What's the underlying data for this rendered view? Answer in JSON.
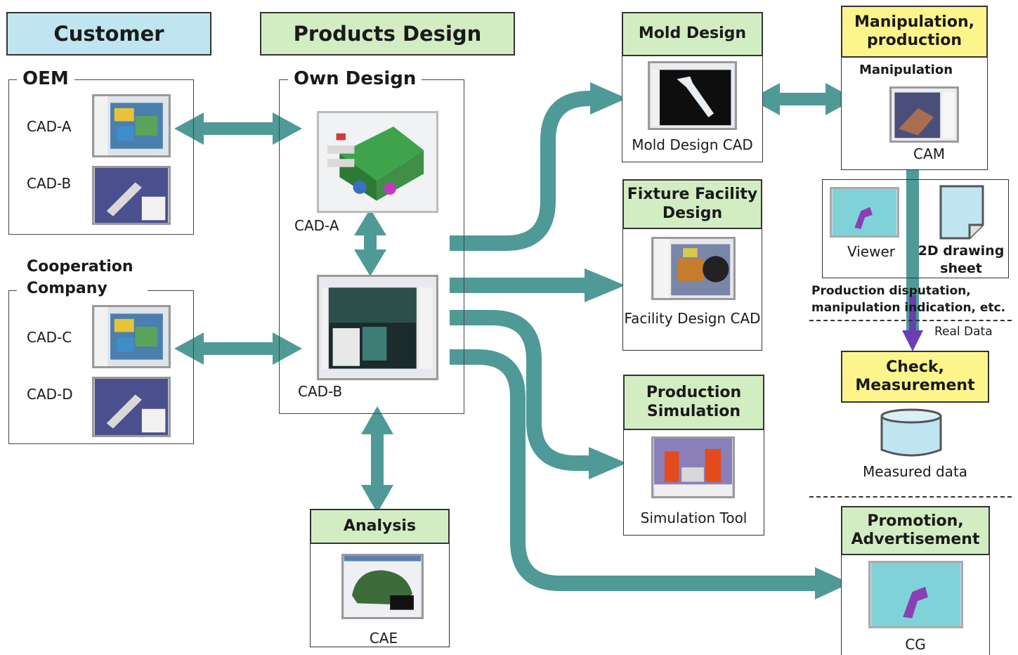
{
  "headers": {
    "customer": "Customer",
    "products_design": "Products Design",
    "mold_design": "Mold Design",
    "manipulation_production": "Manipulation, production",
    "fixture_facility_design": "Fixture Facility Design",
    "production_simulation": "Production Simulation",
    "analysis": "Analysis",
    "check_measurement": "Check, Measurement",
    "promotion_advertisement": "Promotion, Advertisement"
  },
  "groups": {
    "oem": "OEM",
    "cooperation_company": "Cooperation Company",
    "own_design": "Own Design"
  },
  "labels": {
    "oem_cad_a": "CAD-A",
    "oem_cad_b": "CAD-B",
    "coop_cad_c": "CAD-C",
    "coop_cad_d": "CAD-D",
    "own_cad_a": "CAD-A",
    "own_cad_b": "CAD-B",
    "mold_design_cad": "Mold Design CAD",
    "manipulation": "Manipulation",
    "cam": "CAM",
    "viewer": "Viewer",
    "drawing_sheet": "2D drawing sheet",
    "facility_design_cad": "Facility Design CAD",
    "simulation_tool": "Simulation Tool",
    "cae": "CAE",
    "measured_data": "Measured data",
    "cg": "CG"
  },
  "notes": {
    "production_line1": "Production disputation,",
    "production_line2": "manipulation indication, etc.",
    "real_data": "Real Data"
  },
  "colors": {
    "arrow_teal": "#4f9a96",
    "arrow_purple": "#6a3fb5",
    "header_blue": "#bfe6f0",
    "header_green": "#d3edc3",
    "header_yellow": "#fdf58c"
  }
}
